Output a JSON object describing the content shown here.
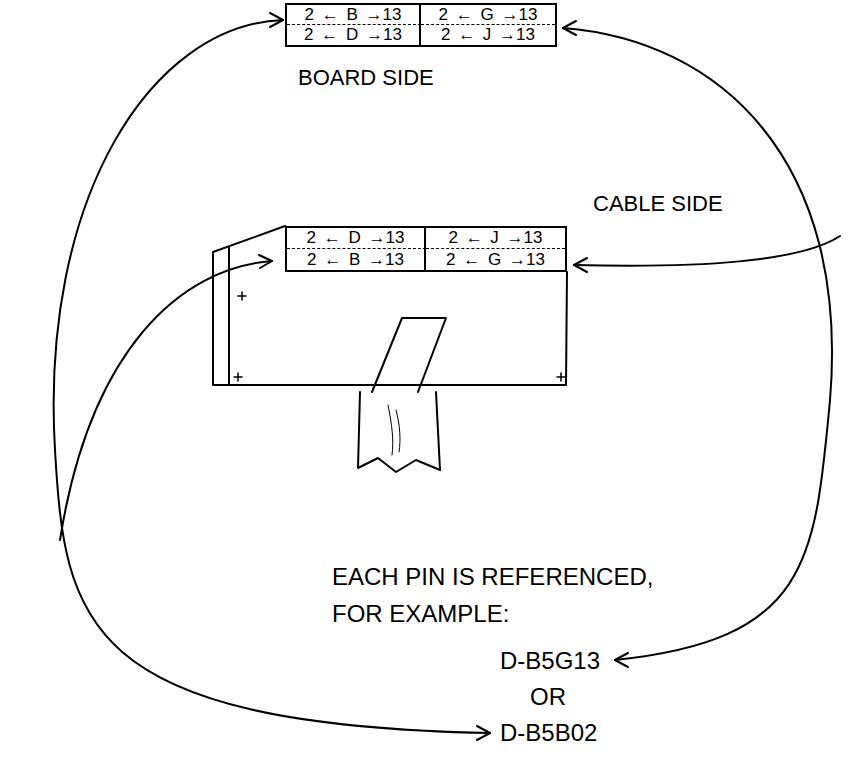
{
  "diagram": {
    "nodes": [
      {
        "text": [
          "BOARD SIDE"
        ]
      },
      {
        "text": [
          "2 ← B →13"
        ],
        "in": 0
      },
      {
        "text": [
          "2 ← G →13"
        ],
        "in": 0
      },
      {
        "text": [
          "2 ← D →13"
        ],
        "in": 0
      },
      {
        "text": [
          "2 ← J →13"
        ],
        "in": 0
      },
      {
        "text": [
          "CABLE SIDE"
        ]
      },
      {
        "text": [
          "2 ← D →13"
        ],
        "in": 5
      },
      {
        "text": [
          "2 ← J →13"
        ],
        "in": 5
      },
      {
        "text": [
          "2 ← B →13"
        ],
        "in": 5
      },
      {
        "text": [
          "2 ← G →13"
        ],
        "in": 5
      }
    ],
    "labels": [
      "EACH PIN IS REFERENCED,",
      "FOR EXAMPLE:",
      "D-B5G13",
      "OR",
      "D-B5B02"
    ]
  }
}
